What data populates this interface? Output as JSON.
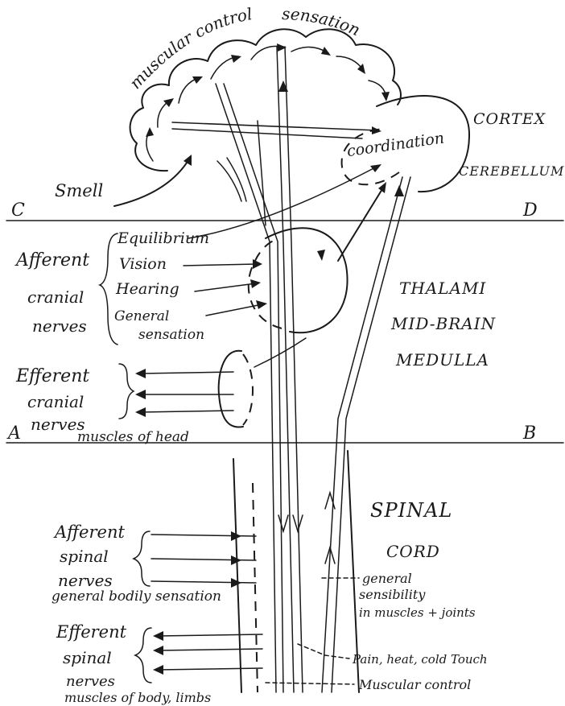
{
  "top_arc": {
    "muscular_control": "muscular control",
    "sensation": "sensation"
  },
  "brain": {
    "cortex": "CORTEX",
    "coordination": "coordination",
    "cerebellum": "CEREBELLUM",
    "smell": "Smell"
  },
  "planes": {
    "c": "C",
    "d": "D",
    "a": "A",
    "b": "B"
  },
  "afferent_cranial": {
    "line1": "Afferent",
    "line2": "cranial",
    "line3": "nerves",
    "items": [
      "Equilibrium",
      "Vision",
      "Hearing",
      "General",
      "sensation"
    ]
  },
  "brainstem": {
    "thalami": "THALAMI",
    "midbrain": "MID-BRAIN",
    "medulla": "MEDULLA"
  },
  "efferent_cranial": {
    "line1": "Efferent",
    "line2": "cranial",
    "line3": "nerves",
    "muscles": "muscles of head"
  },
  "spinal_cord": {
    "spinal": "SPINAL",
    "cord": "CORD"
  },
  "afferent_spinal": {
    "line1": "Afferent",
    "line2": "spinal",
    "line3": "nerves",
    "caption": "general bodily sensation"
  },
  "tracts": {
    "general": "general",
    "sensibility": "sensibility",
    "joints": "in muscles + joints",
    "pain": "Pain, heat, cold Touch",
    "muscular": "Muscular control"
  },
  "efferent_spinal": {
    "line1": "Efferent",
    "line2": "spinal",
    "line3": "nerves",
    "caption": "muscles of body, limbs"
  }
}
